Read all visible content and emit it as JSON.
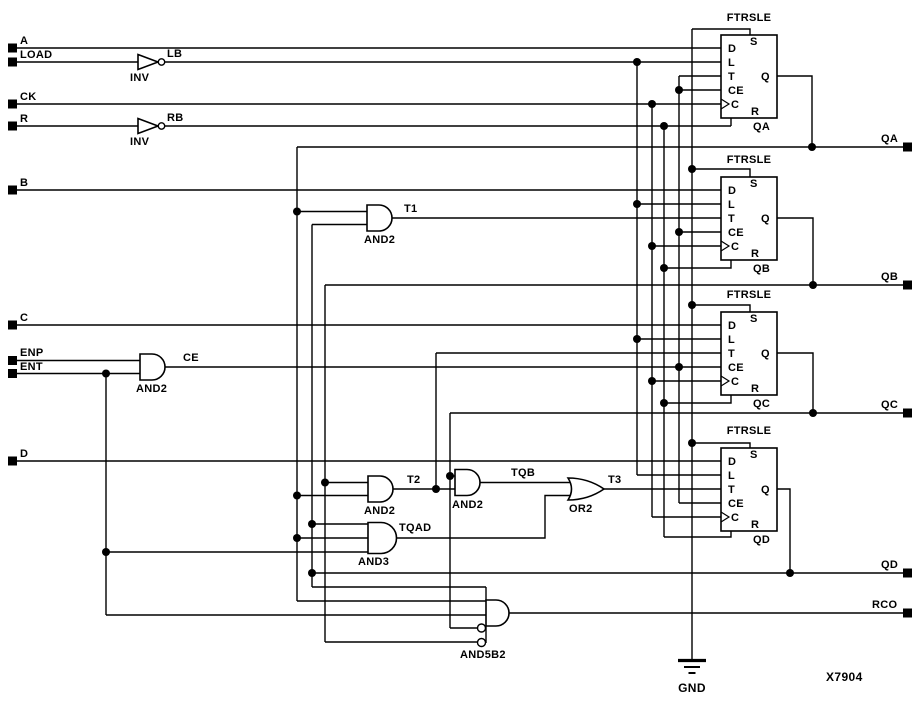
{
  "schematic": {
    "part_ref": "X7904",
    "ground_label": "GND",
    "inputs": [
      {
        "name": "A"
      },
      {
        "name": "LOAD"
      },
      {
        "name": "CK"
      },
      {
        "name": "R"
      },
      {
        "name": "B"
      },
      {
        "name": "C"
      },
      {
        "name": "ENP"
      },
      {
        "name": "ENT"
      },
      {
        "name": "D"
      }
    ],
    "outputs": [
      {
        "name": "QA"
      },
      {
        "name": "QB"
      },
      {
        "name": "QC"
      },
      {
        "name": "QD"
      },
      {
        "name": "RCO"
      }
    ],
    "nets": {
      "lb": "LB",
      "rb": "RB",
      "t1": "T1",
      "ce": "CE",
      "t2": "T2",
      "tqb": "TQB",
      "tqad": "TQAD",
      "t3": "T3"
    },
    "gates": {
      "inv": "INV",
      "and2": "AND2",
      "and3": "AND3",
      "or2": "OR2",
      "and5b2": "AND5B2"
    },
    "flipflop": {
      "type": "FTRSLE",
      "pin_d": "D",
      "pin_l": "L",
      "pin_t": "T",
      "pin_ce": "CE",
      "pin_c": "C",
      "pin_s": "S",
      "pin_r": "R",
      "pin_q": "Q",
      "instances": [
        {
          "label": "QA"
        },
        {
          "label": "QB"
        },
        {
          "label": "QC"
        },
        {
          "label": "QD"
        }
      ]
    }
  }
}
